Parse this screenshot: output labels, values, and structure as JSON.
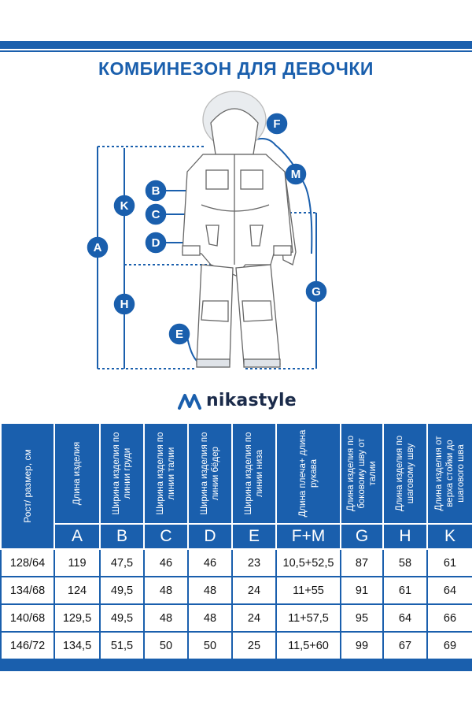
{
  "title": "КОМБИНЕЗОН ДЛЯ ДЕВОЧКИ",
  "brand": "nikastyle",
  "colors": {
    "accent": "#1a5fad",
    "text": "#111111",
    "logo_text": "#1b2b4a"
  },
  "diagram_labels": {
    "A": "A",
    "B": "B",
    "C": "C",
    "D": "D",
    "E": "E",
    "F": "F",
    "G": "G",
    "H": "H",
    "K": "K",
    "M": "M"
  },
  "table": {
    "header_first": "Рост/ размер, см",
    "headers": [
      "Длина изделия",
      "Ширина изделия по линии груди",
      "Ширина изделия по линии талии",
      "Ширина изделия по линии бёдер",
      "Ширина изделия по линии низа",
      "Длина плеча+ длина рукава",
      "Длина изделия по боковому шву от талии",
      "Длина изделия по шаговому шву",
      "Длина изделия от верха стойки до шагового шва"
    ],
    "letters": [
      "A",
      "B",
      "C",
      "D",
      "E",
      "F+M",
      "G",
      "H",
      "K"
    ],
    "rows": [
      {
        "size": "128/64",
        "values": [
          "119",
          "47,5",
          "46",
          "46",
          "23",
          "10,5+52,5",
          "87",
          "58",
          "61"
        ]
      },
      {
        "size": "134/68",
        "values": [
          "124",
          "49,5",
          "48",
          "48",
          "24",
          "11+55",
          "91",
          "61",
          "64"
        ]
      },
      {
        "size": "140/68",
        "values": [
          "129,5",
          "49,5",
          "48",
          "48",
          "24",
          "11+57,5",
          "95",
          "64",
          "66"
        ]
      },
      {
        "size": "146/72",
        "values": [
          "134,5",
          "51,5",
          "50",
          "50",
          "25",
          "11,5+60",
          "99",
          "67",
          "69"
        ]
      }
    ]
  }
}
